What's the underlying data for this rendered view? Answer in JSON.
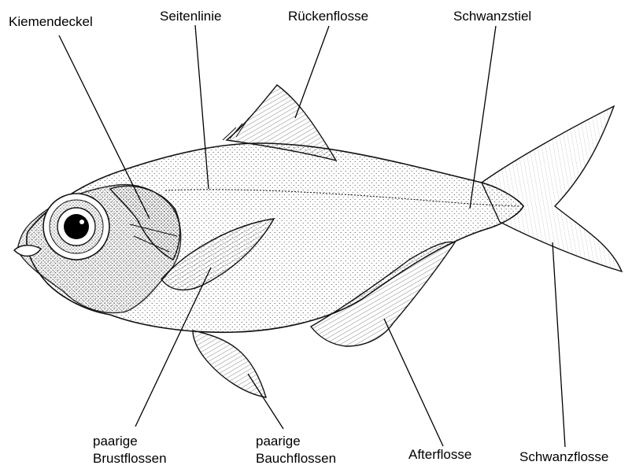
{
  "labels": {
    "kiemendeckel": "Kiemendeckel",
    "seitenlinie": "Seitenlinie",
    "rueckenflosse": "Rückenflosse",
    "schwanzstiel": "Schwanzstiel",
    "brust_line1": "paarige",
    "brust_line2": "Brustflossen",
    "bauch_line1": "paarige",
    "bauch_line2": "Bauchflossen",
    "afterflosse": "Afterflosse",
    "schwanzflosse": "Schwanzflosse"
  }
}
